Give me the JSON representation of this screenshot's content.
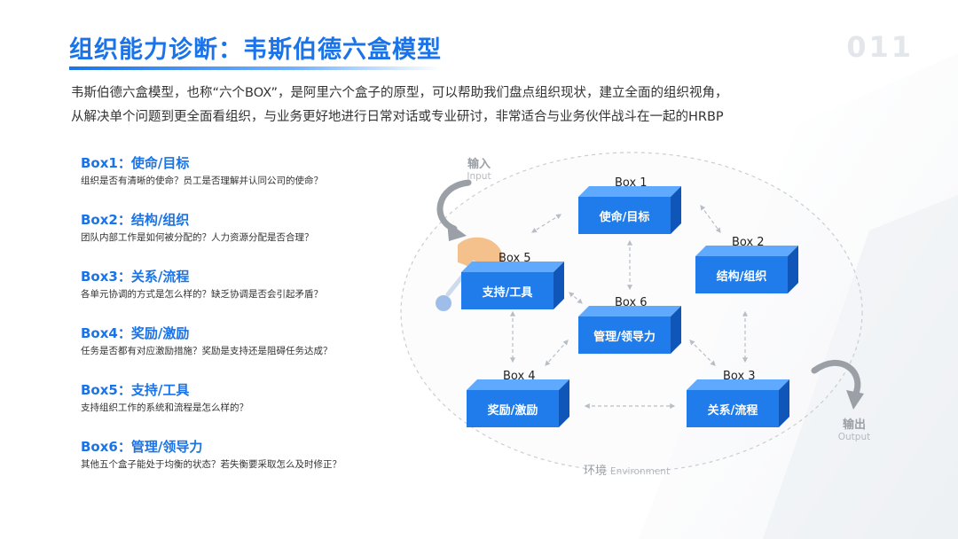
{
  "header": {
    "title": "组织能力诊断：韦斯伯德六盒模型",
    "page_number": "011"
  },
  "intro": {
    "line1": "韦斯伯德六盒模型，也称“六个BOX”，是阿里六个盒子的原型，可以帮助我们盘点组织现状，建立全面的组织视角，",
    "line2": "从解决单个问题到更全面看组织，与业务更好地进行日常对话或专业研讨，非常适合与业务伙伴战斗在一起的HRBP"
  },
  "boxes": [
    {
      "head": "Box1：使命/目标",
      "desc": "组织是否有清晰的使命？员工是否理解并认同公司的使命？"
    },
    {
      "head": "Box2：结构/组织",
      "desc": "团队内部工作是如何被分配的？人力资源分配是否合理？"
    },
    {
      "head": "Box3：关系/流程",
      "desc": "各单元协调的方式是怎么样的？缺乏协调是否会引起矛盾？"
    },
    {
      "head": "Box4：奖励/激励",
      "desc": "任务是否都有对应激励措施？奖励是支持还是阻碍任务达成？"
    },
    {
      "head": "Box5：支持/工具",
      "desc": "支持组织工作的系统和流程是怎么样的？"
    },
    {
      "head": "Box6：管理/领导力",
      "desc": "其他五个盒子能处于均衡的状态？若失衡要采取怎么及时修正？"
    }
  ],
  "diagram": {
    "cubes": [
      {
        "label": "Box 1",
        "text": "使命/目标"
      },
      {
        "label": "Box 2",
        "text": "结构/组织"
      },
      {
        "label": "Box 3",
        "text": "关系/流程"
      },
      {
        "label": "Box 4",
        "text": "奖励/激励"
      },
      {
        "label": "Box 5",
        "text": "支持/工具"
      },
      {
        "label": "Box 6",
        "text": "管理/领导力"
      }
    ],
    "input_cn": "输入",
    "input_en": "Input",
    "output_cn": "输出",
    "output_en": "Output",
    "env_cn": "环境",
    "env_en": "Environment"
  },
  "colors": {
    "accent": "#1a73e8",
    "cube_front": "#1a73e8",
    "cube_top": "#5fa9ff"
  }
}
